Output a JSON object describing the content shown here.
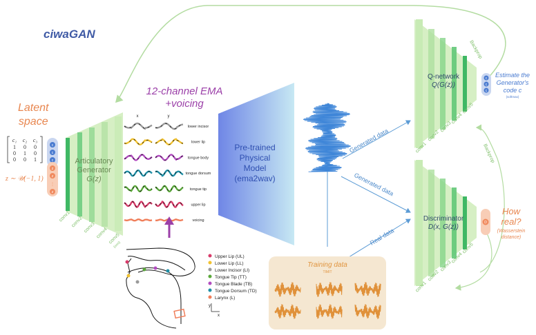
{
  "title": "ciwaGAN",
  "latent": {
    "label": [
      "Latent",
      "space"
    ],
    "matrix_header": [
      "c₁",
      "c₂",
      "c₃"
    ],
    "matrix_rows": [
      [
        "1",
        "0",
        "0"
      ],
      [
        "0",
        "1",
        "0"
      ],
      [
        "0",
        "0",
        "1"
      ]
    ],
    "z_formula": "z ∼ 𝒰(−1, 1)",
    "c_nodes": [
      "c",
      "c",
      "c"
    ],
    "z_nodes": [
      "z",
      "z",
      "z"
    ]
  },
  "generator": {
    "label": [
      "Articulatory",
      "Generator",
      "G(z)"
    ],
    "layers": [
      "conv1",
      "conv2",
      "conv3",
      "conv4",
      "conv5"
    ],
    "conv5_sub": "(ooo)"
  },
  "ema": {
    "title": [
      "12-channel EMA",
      "+voicing"
    ],
    "col_x": "x",
    "col_y": "y",
    "channels": [
      "lower incisor",
      "lower lip",
      "tongue body",
      "tongue dorsum",
      "tongue tip",
      "upper lip",
      "voicing"
    ],
    "colors": [
      "#9a9a9a",
      "#f2c230",
      "#b24cc0",
      "#1e8fa6",
      "#5aa83a",
      "#d83b6a",
      "#f07e5a"
    ]
  },
  "physical_model": {
    "label": [
      "Pre-trained",
      "Physical",
      "Model",
      "(ema2wav)"
    ]
  },
  "arrows": {
    "generated_1": "Generated data",
    "generated_2": "Generated data",
    "real": "Real data",
    "backprop_1": "Backprop",
    "backprop_2": "Backprop"
  },
  "qnetwork": {
    "label": [
      "Q-network",
      "Q(G(z))"
    ],
    "layers": [
      "conv1",
      "conv2",
      "conv3",
      "conv4",
      "conv5"
    ],
    "estimate": [
      "Estimate the",
      "Generator's",
      "code c"
    ],
    "estimate_sub": "(softmax)",
    "c_nodes": [
      "c",
      "c",
      "c"
    ]
  },
  "discriminator": {
    "label": [
      "Discriminator",
      "D(x, G(z))"
    ],
    "layers": [
      "conv1",
      "conv2",
      "conv3",
      "conv4",
      "conv5"
    ],
    "how_real": [
      "How",
      "real?"
    ],
    "how_real_sub": [
      "(Wasserstein",
      "distance)"
    ],
    "d_node": "D"
  },
  "articulators": {
    "legend": [
      {
        "label": "Upper Lip (UL)",
        "color": "#d83b6a"
      },
      {
        "label": "Lower Lip (LL)",
        "color": "#f2c230"
      },
      {
        "label": "Lower Incisor (LI)",
        "color": "#9a9a9a"
      },
      {
        "label": "Tongue Tip (TT)",
        "color": "#5aa83a"
      },
      {
        "label": "Tongue Blade (TB)",
        "color": "#b24cc0"
      },
      {
        "label": "Tongue Dorsum (TD)",
        "color": "#1e8fa6"
      },
      {
        "label": "Larynx (L)",
        "color": "#f07e5a"
      }
    ],
    "axis_y": "y",
    "axis_x": "x"
  },
  "training": {
    "title": "Training data",
    "subtitle": "TIMIT"
  }
}
